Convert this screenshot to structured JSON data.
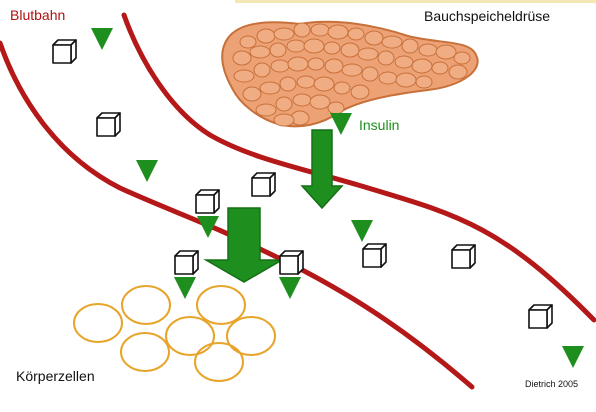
{
  "labels": {
    "bloodstream": "Blutbahn",
    "pancreas": "Bauchspeicheldrüse",
    "insulin": "Insulin",
    "body_cells": "Körperzellen",
    "credit": "Dietrich 2005"
  },
  "legend_items": {
    "glucose": "glucose-cube-icon",
    "insulin": "insulin-triangle-icon"
  },
  "colors": {
    "vessel": "#b41818",
    "insulin": "#1e8f1e",
    "pancreas": "#eda276",
    "pancreas_outline": "#c8703a",
    "cell_outline": "#e8a42a",
    "glucose_outline": "#111111",
    "top_strip": "#f3e8b4"
  }
}
